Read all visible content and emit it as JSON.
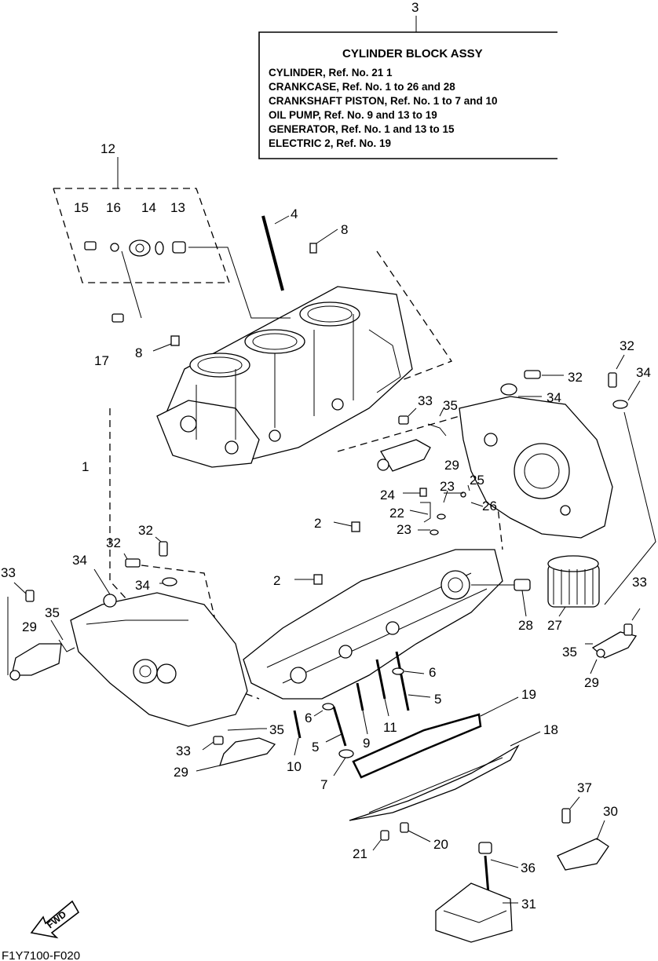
{
  "assembly_box": {
    "ref": "3",
    "title": "CYLINDER BLOCK ASSY",
    "lines": [
      "CYLINDER,  Ref. No. 21  1",
      "CRANKCASE,  Ref. No. 1 to 26 and 28",
      "CRANKSHAFT PISTON,  Ref. No. 1 to 7 and 10",
      "OIL PUMP,  Ref. No. 9 and 13 to 19",
      "GENERATOR,  Ref. No. 1 and 13 to 15",
      "ELECTRIC 2,  Ref. No. 19"
    ]
  },
  "callouts": [
    "12",
    "15",
    "16",
    "14",
    "13",
    "4",
    "8",
    "17",
    "8",
    "1",
    "32",
    "32",
    "34",
    "34",
    "33",
    "35",
    "29",
    "24",
    "23",
    "25",
    "26",
    "22",
    "23",
    "2",
    "2",
    "32",
    "32",
    "34",
    "34",
    "33",
    "35",
    "29",
    "33",
    "28",
    "27",
    "35",
    "29",
    "6",
    "5",
    "19",
    "18",
    "6",
    "5",
    "9",
    "11",
    "10",
    "7",
    "35",
    "33",
    "29",
    "37",
    "30",
    "21",
    "20",
    "36",
    "31"
  ],
  "fwd_label": "FWD",
  "diagram_code": "F1Y7100-F020"
}
